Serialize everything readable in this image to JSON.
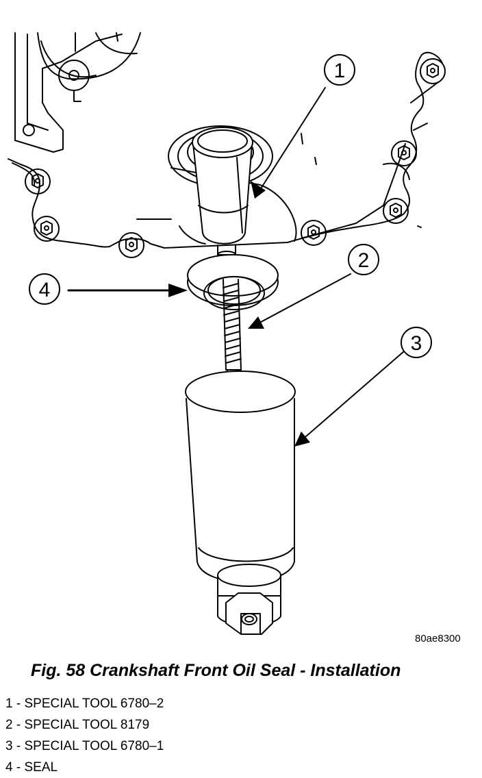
{
  "figure": {
    "ref_code": "80ae8300",
    "callouts": [
      "1",
      "2",
      "3",
      "4"
    ]
  },
  "caption": "Fig. 58 Crankshaft Front Oil Seal - Installation",
  "legend": [
    {
      "num": "1",
      "sep": " - ",
      "text": "SPECIAL TOOL 6780–2"
    },
    {
      "num": "2",
      "sep": " - ",
      "text": "SPECIAL TOOL 8179"
    },
    {
      "num": "3",
      "sep": " - ",
      "text": "SPECIAL TOOL 6780–1"
    },
    {
      "num": "4",
      "sep": " - ",
      "text": "SEAL"
    }
  ]
}
